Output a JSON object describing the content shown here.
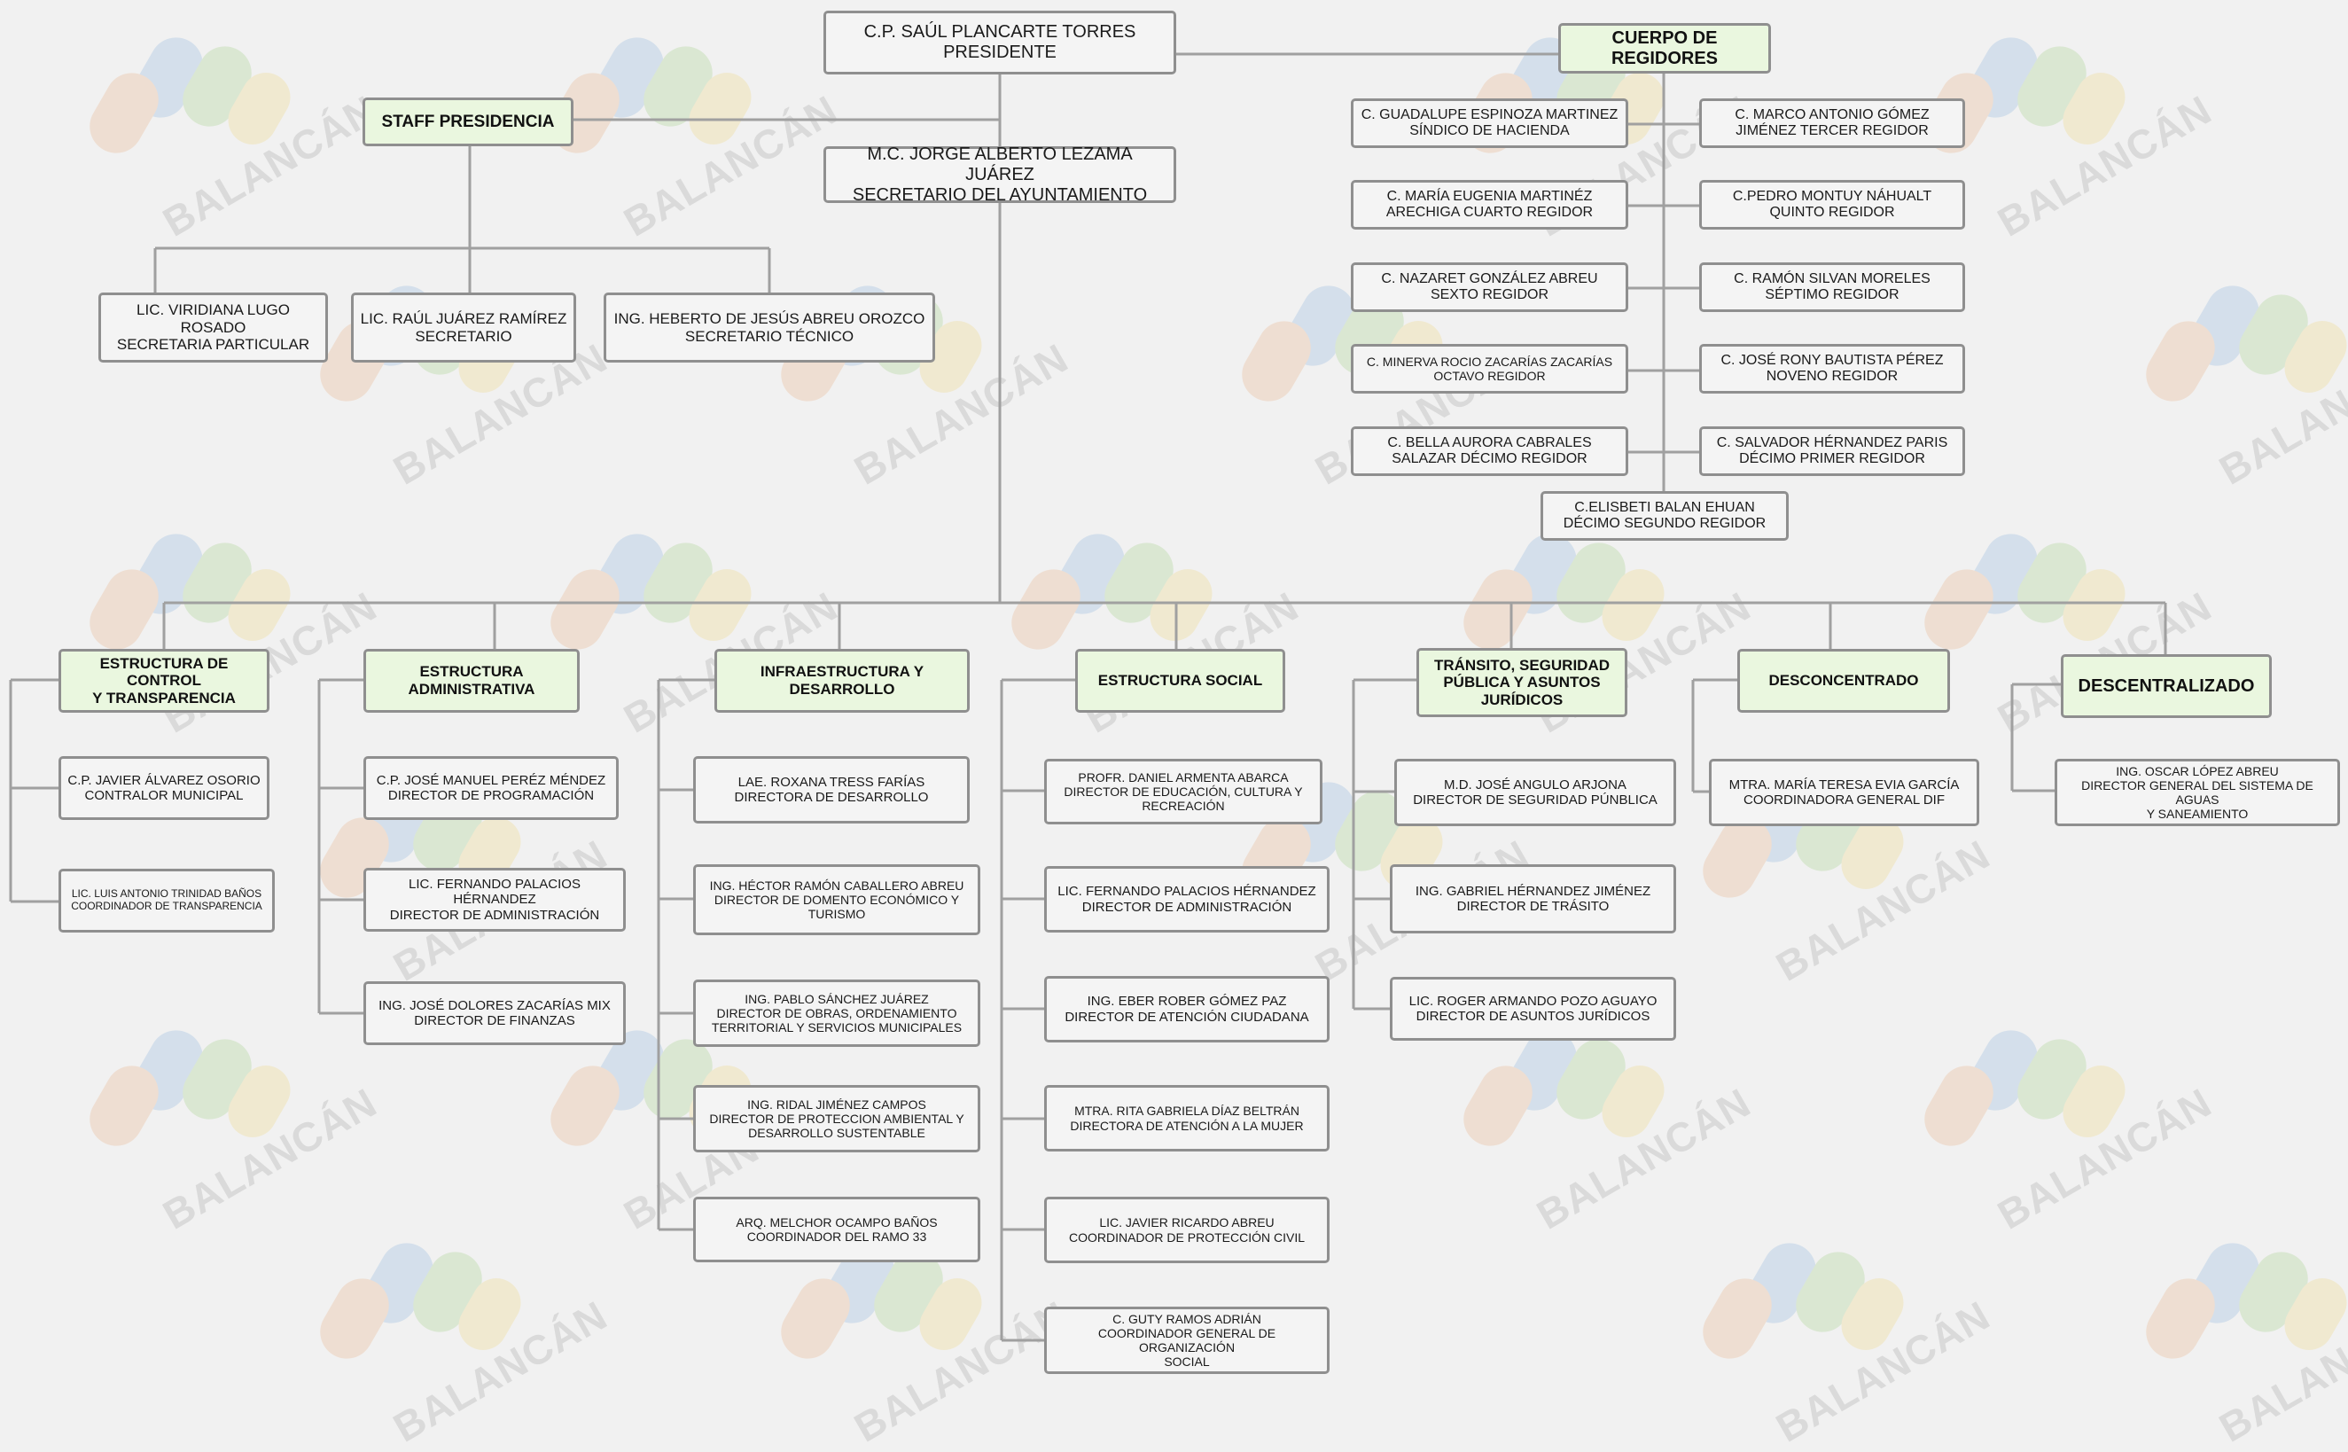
{
  "presidente": {
    "name": "C.P. SAÚL PLANCARTE TORRES",
    "role": "PRESIDENTE"
  },
  "staff": {
    "title": "STAFF PRESIDENCIA"
  },
  "secretario": {
    "name": "M.C. JORGE ALBERTO LEZAMA JUÁREZ",
    "role": "SECRETARIO DEL AYUNTAMIENTO"
  },
  "staff_members": [
    {
      "name": "LIC. VIRIDIANA LUGO ROSADO",
      "role": "SECRETARIA PARTICULAR"
    },
    {
      "name": "LIC. RAÚL JUÁREZ RAMÍREZ",
      "role": "SECRETARIO"
    },
    {
      "name": "ING. HEBERTO DE JESÚS ABREU OROZCO",
      "role": "SECRETARIO TÉCNICO"
    }
  ],
  "cabildo": {
    "title": "CUERPO DE\nREGIDORES",
    "left": [
      "C. GUADALUPE ESPINOZA MARTINEZ\nSÍNDICO DE HACIENDA",
      "C. MARÍA EUGENIA MARTINÉZ\nARECHIGA CUARTO REGIDOR",
      "C. NAZARET GONZÁLEZ ABREU\nSEXTO REGIDOR",
      "C. MINERVA ROCIO ZACARÍAS ZACARÍAS\nOCTAVO REGIDOR",
      "C. BELLA AURORA CABRALES\nSALAZAR DÉCIMO REGIDOR"
    ],
    "right": [
      "C. MARCO ANTONIO GÓMEZ\nJIMÉNEZ TERCER REGIDOR",
      "C.PEDRO MONTUY NÁHUALT\nQUINTO REGIDOR",
      "C. RAMÓN SILVAN MORELES\nSÉPTIMO REGIDOR",
      "C. JOSÉ RONY BAUTISTA PÉREZ\nNOVENO REGIDOR",
      "C. SALVADOR HÉRNANDEZ PARIS\nDÉCIMO PRIMER REGIDOR"
    ],
    "bottom": "C.ELISBETI BALAN EHUAN\nDÉCIMO SEGUNDO REGIDOR"
  },
  "departments": [
    {
      "title": "ESTRUCTURA DE CONTROL\nY TRANSPARENCIA",
      "items": [
        "C.P. JAVIER ÁLVAREZ OSORIO\nCONTRALOR MUNICIPAL",
        "LIC. LUIS ANTONIO TRINIDAD BAÑOS\nCOORDINADOR DE TRANSPARENCIA"
      ]
    },
    {
      "title": "ESTRUCTURA ADMINISTRATIVA",
      "items": [
        "C.P. JOSÉ  MANUEL PERÉZ MÉNDEZ\nDIRECTOR DE PROGRAMACIÓN",
        "LIC. FERNANDO PALACIOS HÉRNANDEZ\nDIRECTOR DE ADMINISTRACIÓN",
        "ING. JOSÉ DOLORES ZACARÍAS MIX\nDIRECTOR DE FINANZAS"
      ]
    },
    {
      "title": "INFRAESTRUCTURA Y\nDESARROLLO",
      "items": [
        "LAE. ROXANA TRESS FARÍAS\nDIRECTORA DE DESARROLLO",
        "ING. HÉCTOR RAMÓN CABALLERO ABREU\nDIRECTOR DE DOMENTO ECONÓMICO Y\nTURISMO",
        "ING. PABLO SÁNCHEZ JUÁREZ\nDIRECTOR DE OBRAS, ORDENAMIENTO\nTERRITORIAL Y SERVICIOS MUNICIPALES",
        "ING. RIDAL JIMÉNEZ CAMPOS\nDIRECTOR DE PROTECCION AMBIENTAL Y\nDESARROLLO SUSTENTABLE",
        "ARQ. MELCHOR OCAMPO BAÑOS\nCOORDINADOR DEL RAMO 33"
      ]
    },
    {
      "title": "ESTRUCTURA SOCIAL",
      "items": [
        "PROFR. DANIEL ARMENTA ABARCA\nDIRECTOR DE EDUCACIÓN, CULTURA Y\nRECREACIÓN",
        "LIC. FERNANDO PALACIOS HÉRNANDEZ\nDIRECTOR DE ADMINISTRACIÓN",
        "ING. EBER ROBER GÓMEZ PAZ\nDIRECTOR DE ATENCIÓN CIUDADANA",
        "MTRA. RITA GABRIELA DÍAZ BELTRÁN\nDIRECTORA DE ATENCIÓN A LA MUJER",
        "LIC. JAVIER RICARDO ABREU\nCOORDINADOR DE PROTECCIÓN CIVIL",
        "C. GUTY RAMOS ADRIÁN\nCOORDINADOR GENERAL DE ORGANIZACIÓN\nSOCIAL"
      ]
    },
    {
      "title": "TRÁNSITO, SEGURIDAD\nPÚBLICA Y ASUNTOS\nJURÍDICOS",
      "items": [
        "M.D. JOSÉ ANGULO ARJONA\nDIRECTOR DE SEGURIDAD PÚNBLICA",
        "ING. GABRIEL HÉRNANDEZ JIMÉNEZ\nDIRECTOR DE TRÁSITO",
        "LIC. ROGER ARMANDO POZO AGUAYO\nDIRECTOR DE ASUNTOS JURÍDICOS"
      ]
    },
    {
      "title": "DESCONCENTRADO",
      "items": [
        "MTRA. MARÍA TERESA EVIA GARCÍA\nCOORDINADORA GENERAL DIF"
      ]
    },
    {
      "title": "DESCENTRALIZADO",
      "items": [
        "ING. OSCAR LÓPEZ ABREU\nDIRECTOR GENERAL DEL SISTEMA DE AGUAS\nY SANEAMIENTO"
      ]
    }
  ],
  "watermark": {
    "text": "BALANCÁN",
    "colors": [
      "#6fa4d8",
      "#8cc56a",
      "#e8a06a",
      "#f0cf60"
    ]
  },
  "colors": {
    "box_border": "#8f8f8f",
    "highlight": "#eaf7df",
    "line": "#a0a0a0"
  }
}
